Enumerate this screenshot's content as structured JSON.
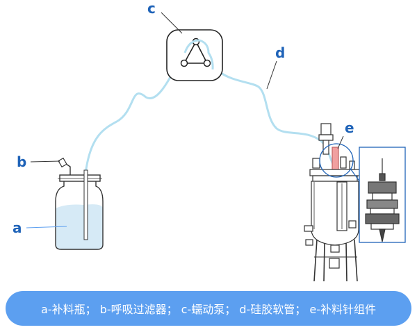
{
  "labels": {
    "a": "a",
    "b": "b",
    "c": "c",
    "d": "d",
    "e": "e"
  },
  "caption": "a-补料瓶； b-呼吸过滤器； c-蠕动泵； d-硅胶软管； e-补料针组件",
  "colors": {
    "label": "#1f63b8",
    "caption_bg": "#5c9ff0",
    "caption_text": "#ffffff",
    "hose": "#b3dff0",
    "liquid": "#d6eaf6",
    "injector_highlight": "#f0a0a0",
    "outline": "#333333"
  }
}
